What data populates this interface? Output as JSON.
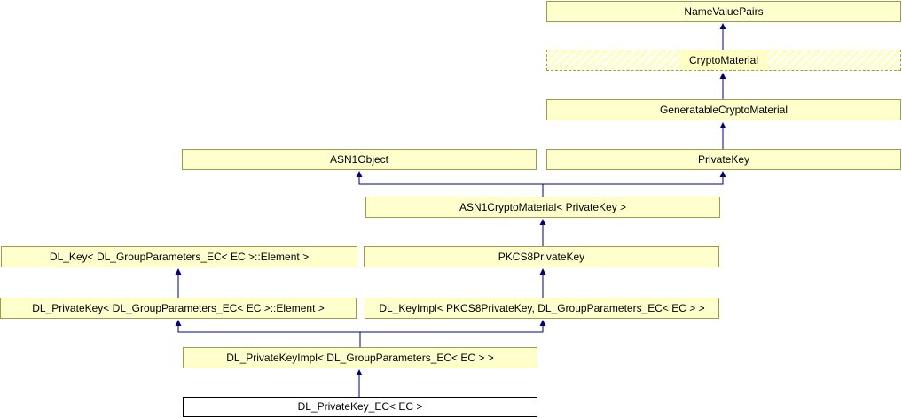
{
  "diagram": {
    "type": "class-inheritance-graph",
    "colors": {
      "background": "#ffffff",
      "node_fill": "#ffffce",
      "node_border": "#9d9d49",
      "hatch_stripe_yellow": "#ffffc4",
      "hatch_stripe_white": "#ffffff",
      "current_node_fill": "#ffffff",
      "current_node_border": "#000000",
      "arrow": "#000080",
      "text": "#000000"
    },
    "nodes": [
      {
        "label": "NameValuePairs",
        "style": "solid"
      },
      {
        "label": "CryptoMaterial",
        "style": "hatched-dashed"
      },
      {
        "label": "GeneratableCryptoMaterial",
        "style": "solid"
      },
      {
        "label": "ASN1Object",
        "style": "solid"
      },
      {
        "label": "PrivateKey",
        "style": "solid"
      },
      {
        "label": "ASN1CryptoMaterial< PrivateKey >",
        "style": "solid"
      },
      {
        "label": "DL_Key< DL_GroupParameters_EC< EC >::Element >",
        "style": "solid"
      },
      {
        "label": "PKCS8PrivateKey",
        "style": "solid"
      },
      {
        "label": "DL_PrivateKey< DL_GroupParameters_EC< EC >::Element >",
        "style": "solid"
      },
      {
        "label": "DL_KeyImpl< PKCS8PrivateKey, DL_GroupParameters_EC< EC > >",
        "style": "solid"
      },
      {
        "label": "DL_PrivateKeyImpl< DL_GroupParameters_EC< EC > >",
        "style": "solid"
      },
      {
        "label": "DL_PrivateKey_EC< EC >",
        "style": "current"
      }
    ],
    "edges": [
      {
        "child": "CryptoMaterial",
        "parent": "NameValuePairs"
      },
      {
        "child": "GeneratableCryptoMaterial",
        "parent": "CryptoMaterial"
      },
      {
        "child": "PrivateKey",
        "parent": "GeneratableCryptoMaterial"
      },
      {
        "child": "ASN1CryptoMaterial< PrivateKey >",
        "parent": "ASN1Object"
      },
      {
        "child": "ASN1CryptoMaterial< PrivateKey >",
        "parent": "PrivateKey"
      },
      {
        "child": "PKCS8PrivateKey",
        "parent": "ASN1CryptoMaterial< PrivateKey >"
      },
      {
        "child": "DL_PrivateKey< DL_GroupParameters_EC< EC >::Element >",
        "parent": "DL_Key< DL_GroupParameters_EC< EC >::Element >"
      },
      {
        "child": "DL_KeyImpl< PKCS8PrivateKey, DL_GroupParameters_EC< EC > >",
        "parent": "PKCS8PrivateKey"
      },
      {
        "child": "DL_PrivateKeyImpl< DL_GroupParameters_EC< EC > >",
        "parent": "DL_PrivateKey< DL_GroupParameters_EC< EC >::Element >"
      },
      {
        "child": "DL_PrivateKeyImpl< DL_GroupParameters_EC< EC > >",
        "parent": "DL_KeyImpl< PKCS8PrivateKey, DL_GroupParameters_EC< EC > >"
      },
      {
        "child": "DL_PrivateKey_EC< EC >",
        "parent": "DL_PrivateKeyImpl< DL_GroupParameters_EC< EC > >"
      }
    ]
  }
}
